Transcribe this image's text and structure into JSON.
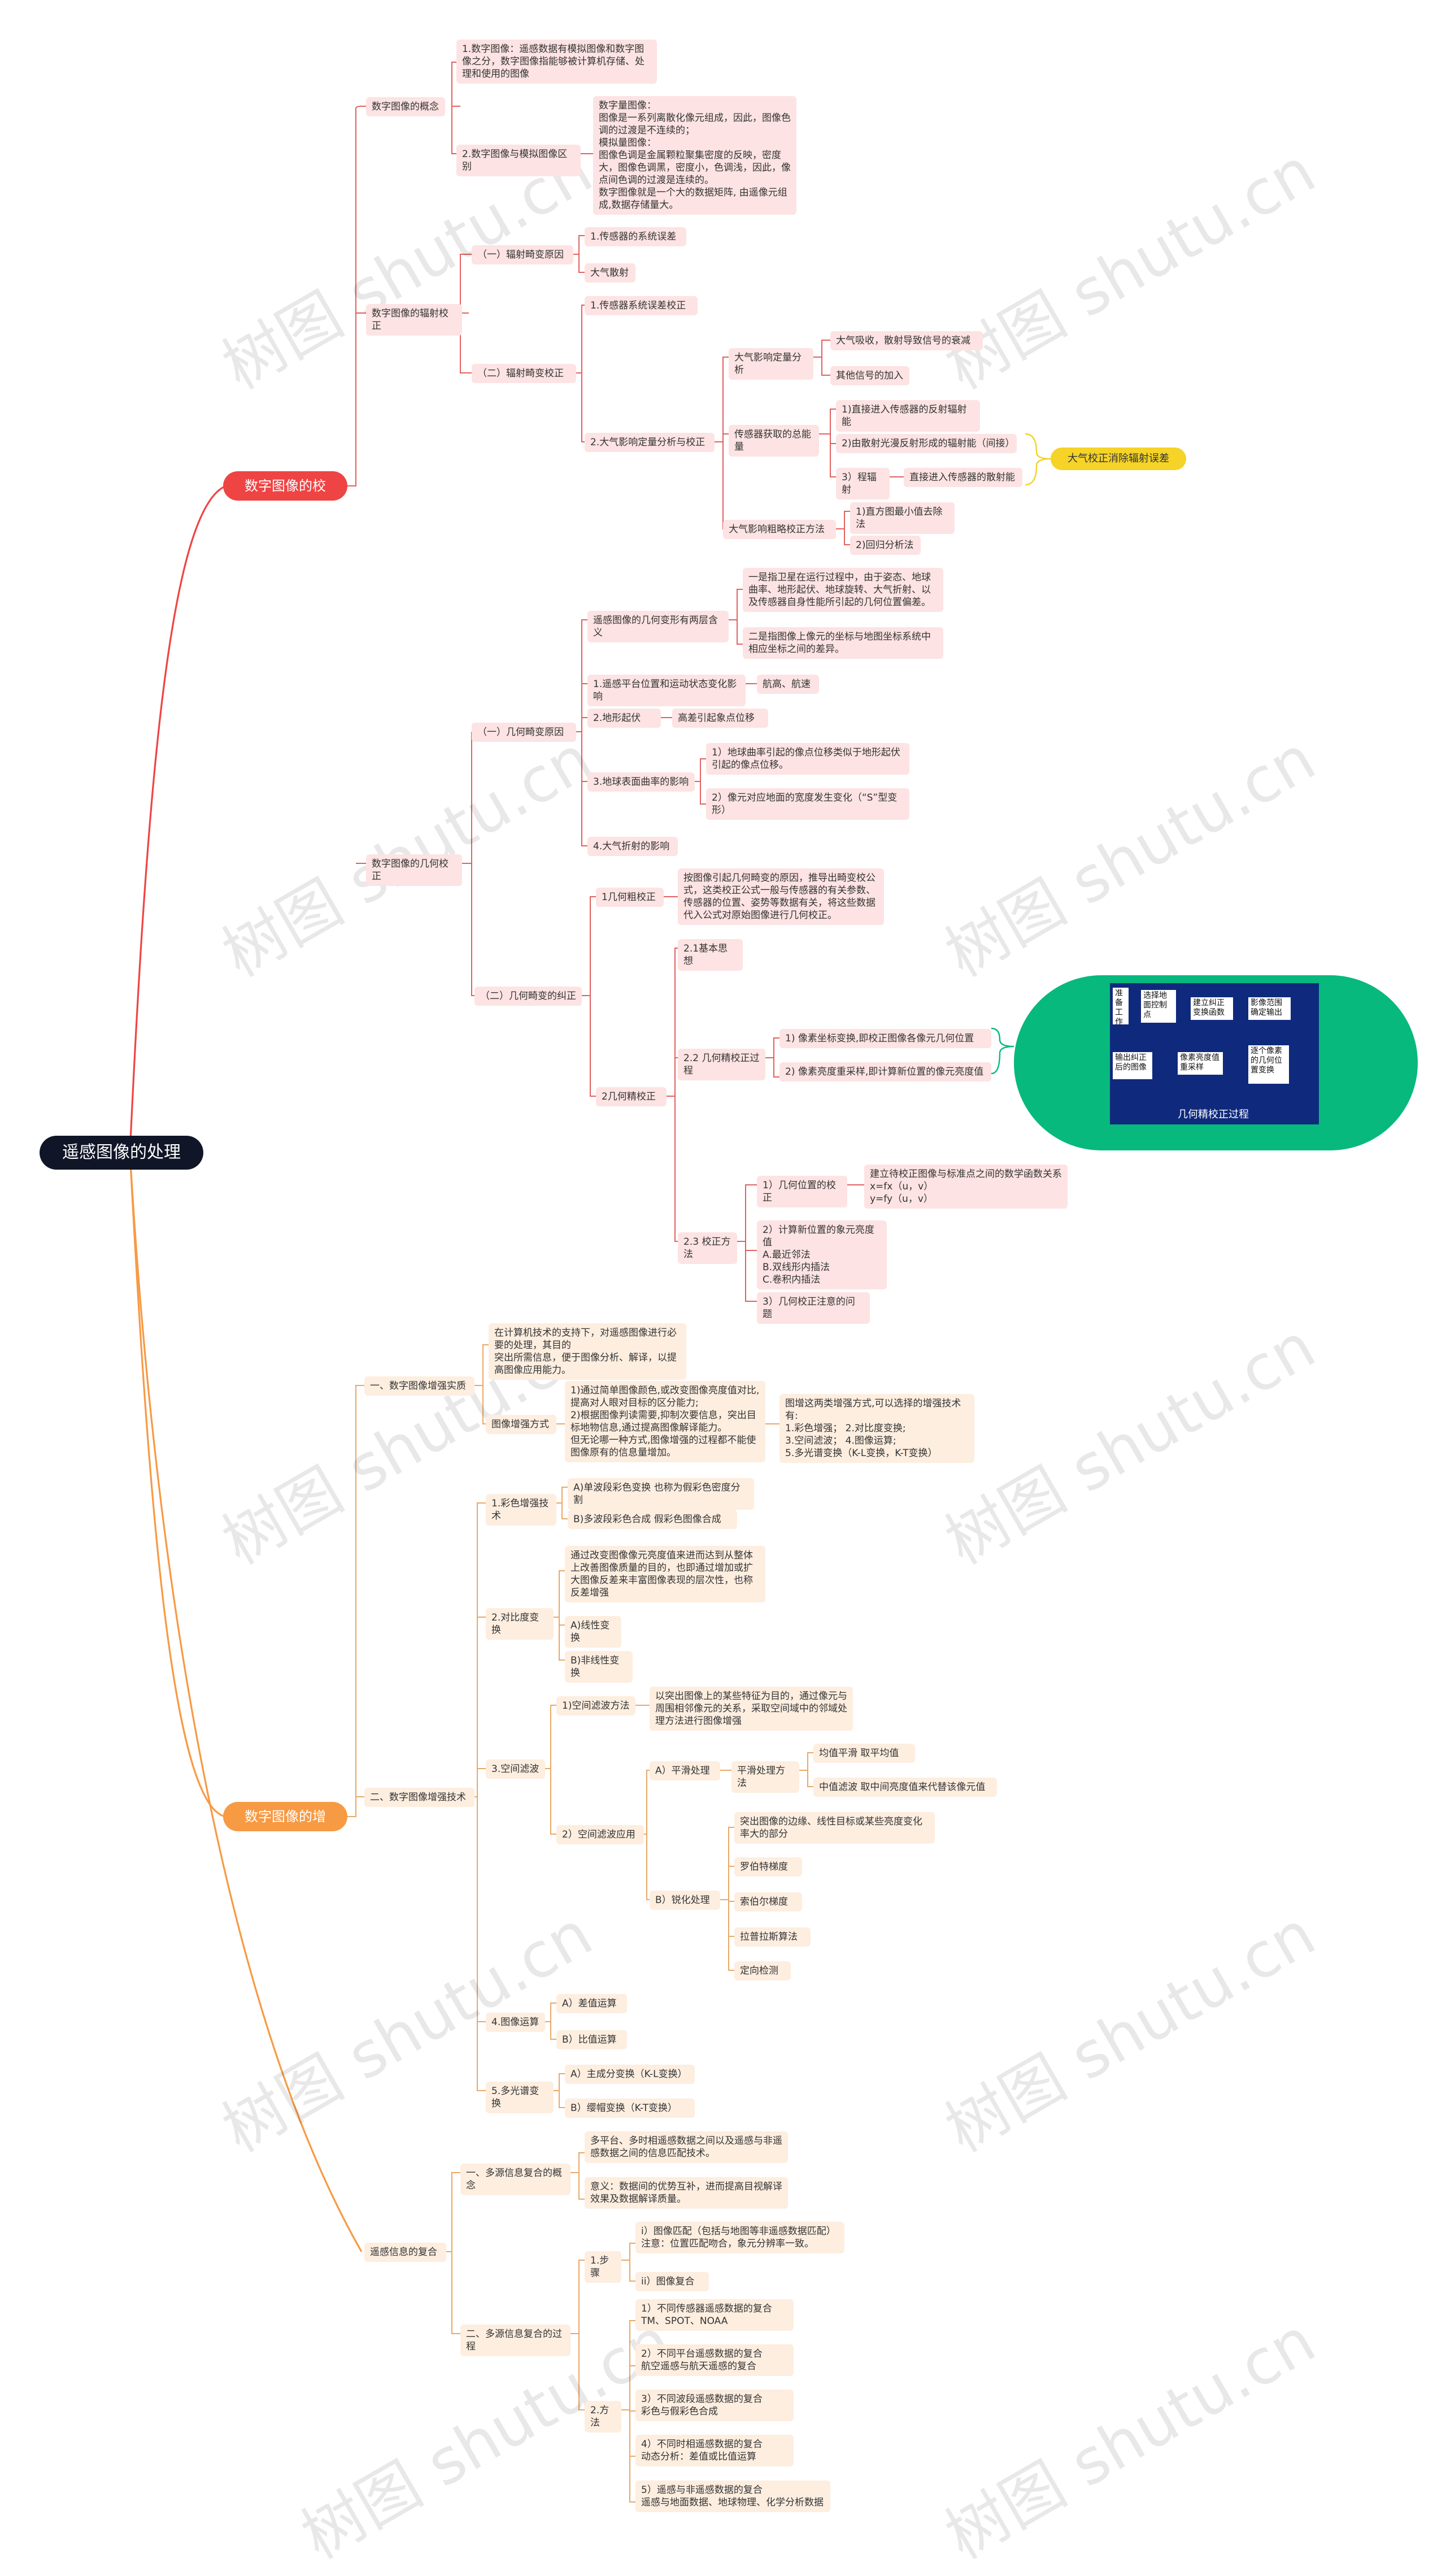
{
  "root": "遥感图像的处理",
  "colors": {
    "red_branch": "#ef4444",
    "orange_branch": "#f79a44",
    "root": "#101627",
    "yellow_tag": "#f5d327",
    "green_pill": "#07b97d",
    "diagram_panel": "#0f2a7d"
  },
  "watermark": "树图 shutu.cn",
  "correction": {
    "label": "数字图像的校正",
    "concept": {
      "label": "数字图像的概念",
      "def": "1.数字图像：遥感数据有模拟图像和数字图像之分，数字图像指能够被计算机存储、处理和使用的图像",
      "diff_label": "2.数字图像与模拟图像区别",
      "diff_text": "数字量图像：\n   图像是一系列离散化像元组成，因此，图像色调的过渡是不连续的；\n模拟量图像：\n   图像色调是金属颗粒聚集密度的反映，密度大，图像色调黑，密度小，色调浅，因此，像点间色调的过渡是连续的。\n数字图像就是一个大的数据矩阵, 由遥像元组成,数据存储量大。"
    },
    "radiometric": {
      "label": "数字图像的辐射校正",
      "cause_label": "（一）辐射畸变原因",
      "cause1": "1.传感器的系统误差",
      "cause2": "大气散射",
      "fix_label": "（二）辐射畸变校正",
      "fix1": "1.传感器系统误差校正",
      "fix2": "2.大气影响定量分析与校正",
      "quant_label": "大气影响定量分析",
      "quant1": "大气吸收，散射导致信号的衰减",
      "quant2": "其他信号的加入",
      "total_label": "传感器获取的总能量",
      "total1": "1)直接进入传感器的反射辐射能",
      "total2": "2)由散射光漫反射形成的辐射能（间接）",
      "total3": "3）程辐射",
      "total3b": "直接进入传感器的散射能",
      "yellow": "大气校正消除辐射误差",
      "coarse_label": "大气影响粗略校正方法",
      "coarse1": "1)直方图最小值去除法",
      "coarse2": "2)回归分析法"
    },
    "geometric": {
      "label": "数字图像的几何校正",
      "cause_label": "（一）几何畸变原因",
      "two_meaning": "遥感图像的几何变形有两层含义",
      "meaning1": "一是指卫星在运行过程中，由于姿态、地球曲率、地形起伏、地球旋转、大气折射、以及传感器自身性能所引起的几何位置偏差。",
      "meaning2": "二是指图像上像元的坐标与地图坐标系统中相应坐标之间的差异。",
      "c1": "1.遥感平台位置和运动状态变化影响",
      "c1b": "航高、航速",
      "c2": "2.地形起伏",
      "c2b": "高差引起象点位移",
      "c3": "3.地球表面曲率的影响",
      "c3a": "1）地球曲率引起的像点位移类似于地形起伏引起的像点位移。",
      "c3b": "2）像元对应地面的宽度发生变化（“S”型变形）",
      "c4": "4.大气折射的影响",
      "fix_label": "（二）几何畸变的纠正",
      "rough": "1几何粗校正",
      "rough_text": "按图像引起几何畸变的原因，推导出畸变校公式，这类校正公式一般与传感器的有关参数、传感器的位置、姿势等数据有关，将这些数据代入公式对原始图像进行几何校正。",
      "fine": "2几何精校正",
      "basic": "2.1基本思想",
      "proc": "2.2 几何精校正过程",
      "proc1": "1) 像素坐标变换,即校正图像各像元几何位置",
      "proc2": "2) 像素亮度重采样,即计算新位置的像元亮度值",
      "method": "2.3 校正方法",
      "m1": "1）几何位置的校正",
      "m1b": "建立待校正图像与标准点之间的数学函数关系\n   x=fx（u，v）\n   y=fy（u，v）",
      "m2": "2）计算新位置的象元亮度值\nA.最近邻法\nB.双线形内插法\nC.卷积内插法",
      "m3": "3）几何校正注意的问题"
    },
    "flow": {
      "title": "几何精校正过程",
      "b1": "准备工作",
      "b2": "选择地面控制点",
      "b3": "建立纠正变换函数",
      "b4": "影像范围确定输出",
      "b5": "输出纠正后的图像",
      "b6": "像素亮度值重采样",
      "b7": "逐个像素的几何位置变换"
    }
  },
  "enhance": {
    "label": "数字图像的增强",
    "def_label": "一、数字图像增强实质",
    "def_text": "在计算机技术的支持下，对遥感图像进行必要的处理，其目的\n突出所需信息，便于图像分析、解译，以提高图像应用能力。",
    "way_label": "图像增强方式",
    "way_text": "1)通过简单图像颜色,或改变图像亮度值对比,提高对人眼对目标的区分能力;\n2)根据图像判读需要,抑制次要信息，突出目标地物信息,通过提高图像解译能力。\n   但无论哪一种方式,图像增强的过程都不能使图像原有的信息量增加。",
    "way_list": "图增这两类增强方式,可以选择的增强技术有:\n1.彩色增强；  2.对比度变换;\n3.空间滤波；  4.图像运算;\n5.多光谱变换（K-L变换，K-T变换）",
    "tech_label": "二、数字图像增强技术",
    "color": "1.彩色增强技术",
    "color_a": "A)单波段彩色变换  也称为假彩色密度分割",
    "color_b": "B)多波段彩色合成  假彩色图像合成",
    "contrast": "2.对比度变换",
    "contrast_text": "通过改变图像像元亮度值来进而达到从整体上改善图像质量的目的，也即通过增加或扩大图像反差来丰富图像表现的层次性，也称反差增强",
    "contrast_a": "A)线性变换",
    "contrast_b": "B)非线性变换",
    "spatial": "3.空间滤波",
    "sp1": "1)空间滤波方法",
    "sp1_text": "以突出图像上的某些特征为目的，通过像元与周围相邻像元的关系，采取空间域中的邻域处理方法进行图像增强",
    "sp2": "2）空间滤波应用",
    "smooth": "A）平滑处理",
    "smooth_method": "平滑处理方法",
    "sm1": "均值平滑  取平均值",
    "sm2": "中值滤波  取中间亮度值来代替该像元值",
    "sharp": "B）锐化处理",
    "sh0": "突出图像的边缘、线性目标或某些亮度变化率大的部分",
    "sh1": "罗伯特梯度",
    "sh2": "索伯尔梯度",
    "sh3": "拉普拉斯算法",
    "sh4": "定向检测",
    "calc": "4.图像运算",
    "calc_a": "A）差值运算",
    "calc_b": "B）比值运算",
    "ms": "5.多光谱变换",
    "ms_a": "A）主成分变换（K-L变换）",
    "ms_b": "B）缨帽变换（K-T变换）"
  },
  "fusion": {
    "label": "遥感信息的复合",
    "concept_label": "一、多源信息复合的概念",
    "concept1": "多平台、多时相遥感数据之间以及遥感与非遥感数据之间的信息匹配技术。",
    "concept2": "意义：数据间的优势互补，进而提高目视解译效果及数据解译质量。",
    "process_label": "二、多源信息复合的过程",
    "steps": "1.步骤",
    "step1": "i）图像匹配（包括与地图等非遥感数据匹配）注意：位置匹配吻合，象元分辨率一致。",
    "step2": "ii）图像复合",
    "methods": "2.方法",
    "me1": "1）不同传感器遥感数据的复合\nTM、SPOT、NOAA",
    "me2": "2）不同平台遥感数据的复合\n航空遥感与航天遥感的复合",
    "me3": "3）不同波段遥感数据的复合\n彩色与假彩色合成",
    "me4": "4）不同时相遥感数据的复合\n动态分析：差值或比值运算",
    "me5": "5）遥感与非遥感数据的复合\n遥感与地面数据、地球物理、化学分析数据"
  }
}
